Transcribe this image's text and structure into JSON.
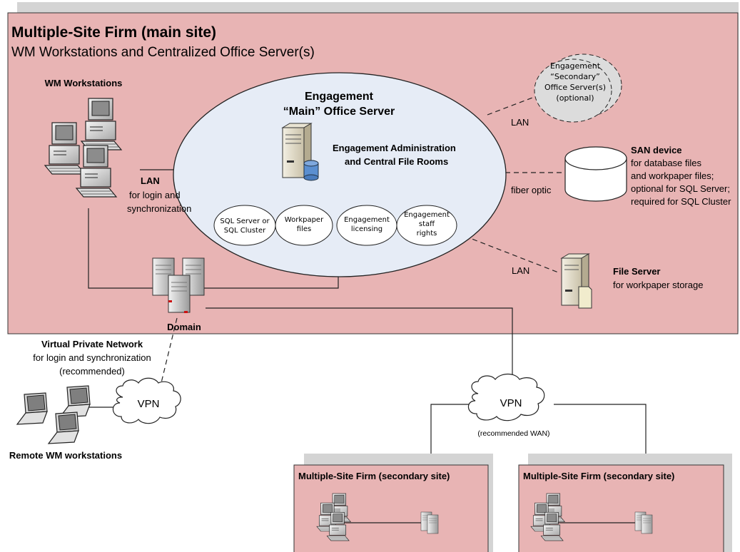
{
  "main_site": {
    "title": "Multiple-Site Firm (main site)",
    "subtitle": "WM Workstations and Centralized Office Server(s)"
  },
  "workstations": {
    "label": "WM Workstations",
    "lan_title": "LAN",
    "lan_line1": "for  login and",
    "lan_line2": "synchronization"
  },
  "main_server": {
    "title_line1": "Engagement",
    "title_line2": "“Main” Office Server",
    "admin_line1": "Engagement Administration",
    "admin_line2": "and Central File Rooms",
    "components": [
      {
        "line1": "SQL Server or",
        "line2": "SQL Cluster",
        "line3": ""
      },
      {
        "line1": "Workpaper",
        "line2": "files",
        "line3": ""
      },
      {
        "line1": "Engagement",
        "line2": "licensing",
        "line3": ""
      },
      {
        "line1": "Engagement",
        "line2": "staff",
        "line3": "rights"
      }
    ]
  },
  "secondary_server": {
    "line1": "Engagement",
    "line2": "“Secondary”",
    "line3": "Office Server(s)",
    "line4": "(optional)"
  },
  "connections": {
    "lan_secondary": "LAN",
    "fiber": "fiber optic",
    "lan_file": "LAN"
  },
  "san": {
    "title": "SAN device",
    "line1": "for database files",
    "line2": "and workpaper files;",
    "line3": "optional for SQL Server;",
    "line4": "required for SQL Cluster"
  },
  "file_server": {
    "title": "File Server",
    "line1": "for workpaper storage"
  },
  "domain": {
    "label": "Domain"
  },
  "vpn_remote": {
    "title": "Virtual Private Network",
    "line1": "for login and synchronization",
    "line2": "(recommended)",
    "cloud": "VPN",
    "remote_label": "Remote WM workstations"
  },
  "wan": {
    "cloud": "VPN",
    "note": "(recommended WAN)"
  },
  "secondary_sites": [
    {
      "title": "Multiple-Site Firm (secondary site)"
    },
    {
      "title": "Multiple-Site Firm (secondary site)"
    }
  ],
  "colors": {
    "site_fill": "#e8b4b4",
    "site_border": "#333333",
    "shadow": "#d4d4d4",
    "server_ellipse": "#e6ecf6",
    "secondary_ellipse": "#dcdcdc"
  }
}
